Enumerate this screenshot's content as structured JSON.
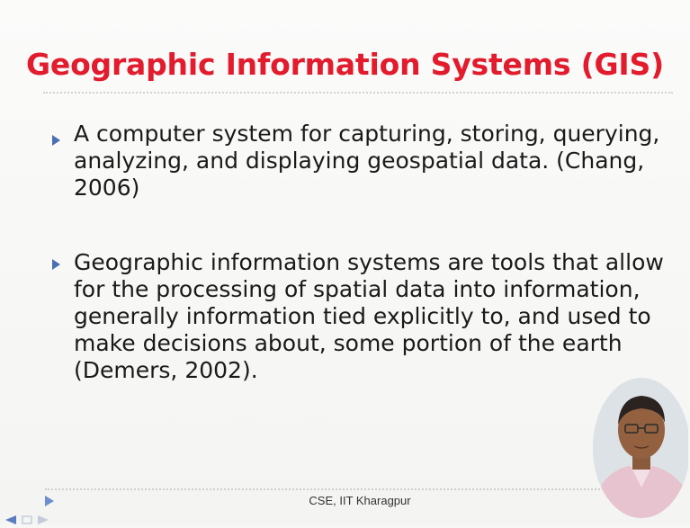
{
  "slide": {
    "title": "Geographic Information Systems (GIS)",
    "bullets": [
      {
        "lines": [
          "A computer system for capturing, storing, querying,",
          "analyzing, and displaying geospatial data.  (Chang,",
          "2006)"
        ]
      },
      {
        "lines": [
          "Geographic information systems are tools that allow",
          "for the processing of spatial data into information,",
          "generally information tied explicitly to, and used to",
          "make decisions about, some portion of the earth",
          "(Demers, 2002)."
        ]
      }
    ],
    "footer": "CSE, IIT Kharagpur"
  },
  "colors": {
    "title": "#e21b2d",
    "bullet": "#4a6fb5",
    "text": "#1a1a1a"
  },
  "icons": {
    "bullet": "triangle-bullet-icon",
    "nav": "play-arrow-icon",
    "toolbar": [
      "previous-icon",
      "slide-menu-icon",
      "next-icon"
    ]
  }
}
